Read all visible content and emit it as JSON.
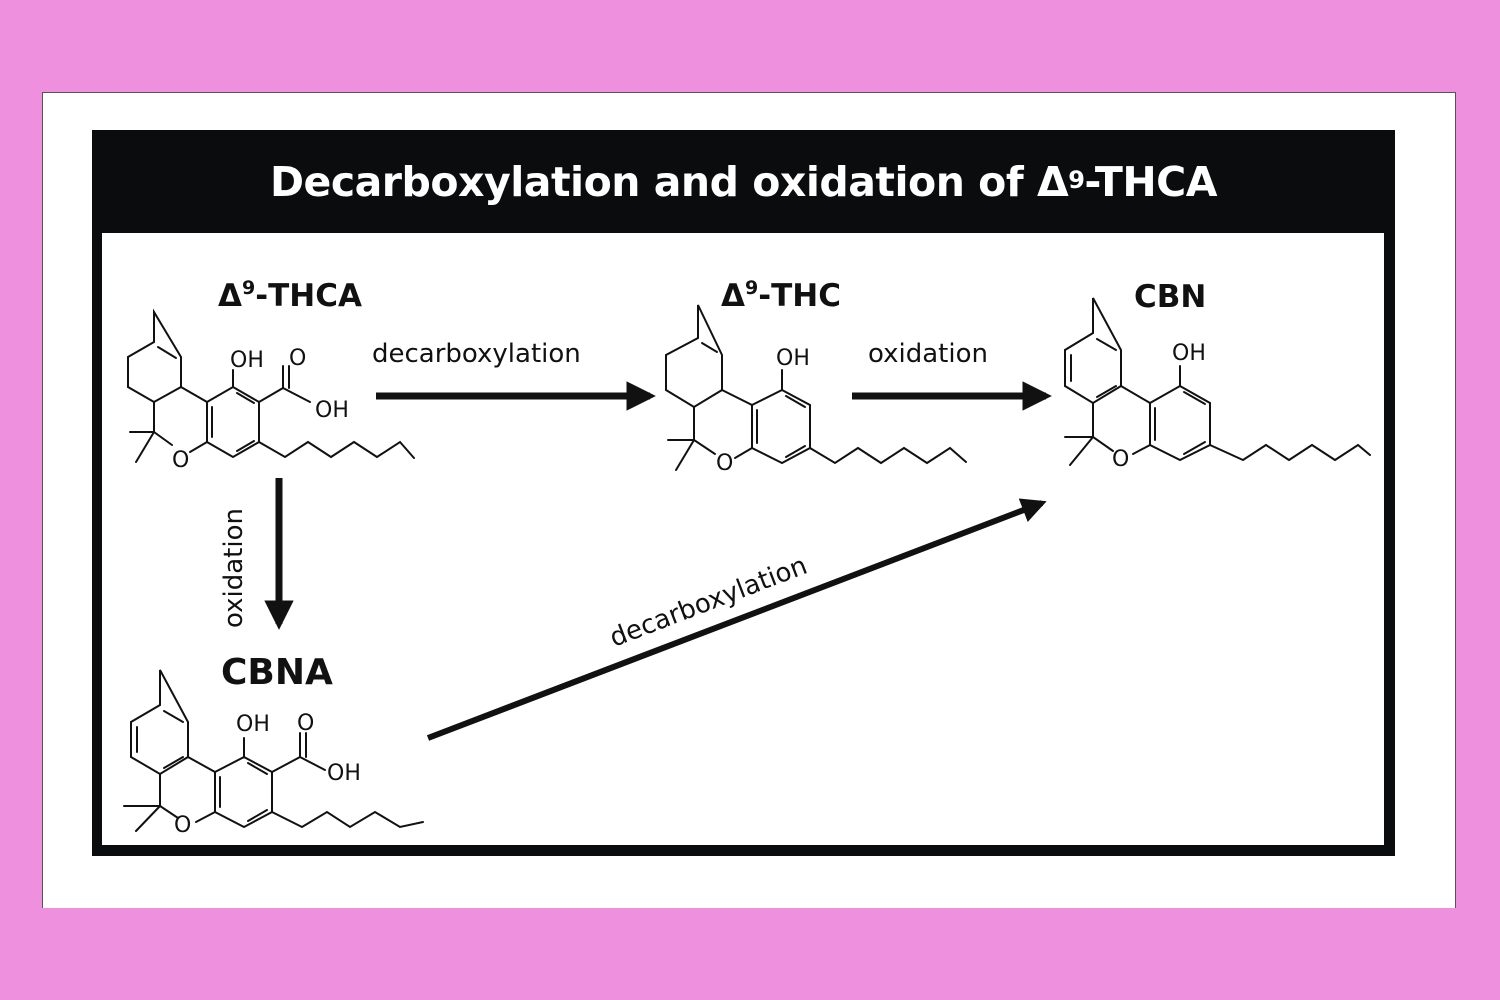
{
  "title": {
    "prefix": "Decarboxylation and oxidation of Δ",
    "superscript": "9",
    "suffix": "-THCA"
  },
  "compounds": [
    {
      "id": "thca",
      "name_prefix": "Δ",
      "name_sup": "9",
      "name_suffix": "-THCA",
      "atoms": [
        "OH",
        "O",
        "OH",
        "O"
      ]
    },
    {
      "id": "thc",
      "name_prefix": "Δ",
      "name_sup": "9",
      "name_suffix": "-THC",
      "atoms": [
        "OH",
        "O"
      ]
    },
    {
      "id": "cbn",
      "name": "CBN",
      "atoms": [
        "OH",
        "O"
      ]
    },
    {
      "id": "cbna",
      "name": "CBNA",
      "atoms": [
        "OH",
        "O",
        "OH",
        "O"
      ]
    }
  ],
  "reactions": [
    {
      "from": "thca",
      "to": "thc",
      "label": "decarboxylation",
      "direction": "right"
    },
    {
      "from": "thc",
      "to": "cbn",
      "label": "oxidation",
      "direction": "right"
    },
    {
      "from": "thca",
      "to": "cbna",
      "label": "oxidation",
      "direction": "down"
    },
    {
      "from": "cbna",
      "to": "cbn",
      "label": "decarboxylation",
      "direction": "diagonal-up-right"
    }
  ],
  "colors": {
    "background": "#EE90DD",
    "card": "#FFFFFF",
    "frame": "#0B0C0E",
    "title_text": "#FFFFFF",
    "ink": "#111111"
  }
}
